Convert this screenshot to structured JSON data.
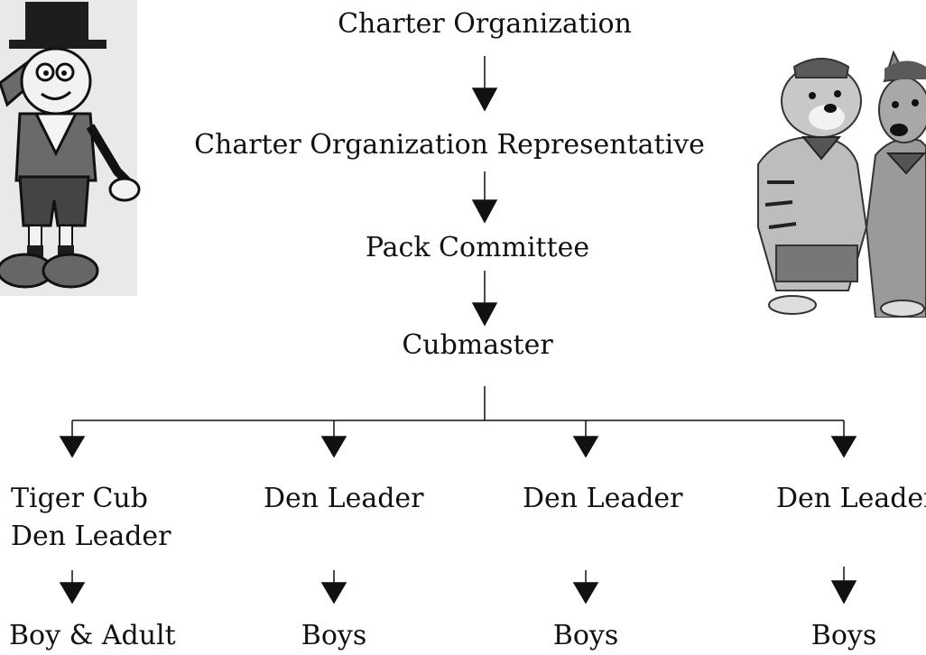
{
  "chart": {
    "nodes": {
      "charter_org": "Charter Organization",
      "charter_rep": "Charter Organization Representative",
      "pack_committee": "Pack Committee",
      "cubmaster": "Cubmaster"
    },
    "dens": [
      {
        "leader_line1": "Tiger Cub",
        "leader_line2": "Den Leader",
        "members": "Boy & Adult"
      },
      {
        "leader_line1": "Den Leader",
        "members": "Boys"
      },
      {
        "leader_line1": "Den Leader",
        "members": "Boys"
      },
      {
        "leader_line1": "Den Leader",
        "members": "Boys"
      }
    ]
  },
  "illustrations": {
    "left": "cartoon cub scout boy with top hat and neckerchief",
    "right": "tiger and wolf cartoon mascots in scout uniforms"
  },
  "colors": {
    "line": "#111111",
    "background": "#ffffff"
  }
}
